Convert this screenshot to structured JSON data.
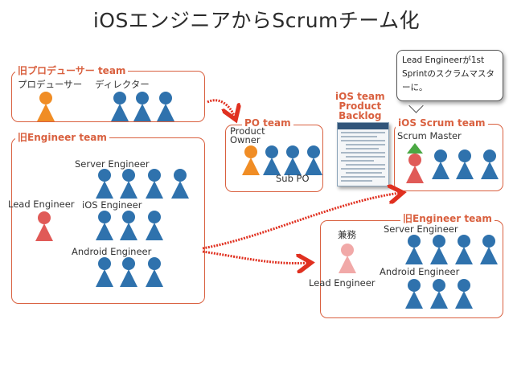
{
  "title": "iOSエンジニアからScrumチーム化",
  "groups": {
    "old_producer": {
      "label": "旧プロデューサー team",
      "producer": "プロデューサー",
      "director": "ディレクター"
    },
    "old_engineer": {
      "label": "旧Engineer team",
      "server": "Server Engineer",
      "lead": "Lead Engineer",
      "ios": "iOS Engineer",
      "android": "Android Engineer"
    },
    "po_team": {
      "label": "PO team",
      "product_owner": "Product\nOwner",
      "sub_po": "Sub PO"
    },
    "backlog": {
      "label": "iOS team\nProduct\nBacklog"
    },
    "scrum_team": {
      "label": "iOS Scrum team",
      "scrum_master": "Scrum Master"
    },
    "new_engineer": {
      "label": "旧Engineer team",
      "kenmu": "兼務",
      "server": "Server Engineer",
      "android": "Android Engineer",
      "lead": "Lead Engineer"
    }
  },
  "callout": {
    "text": "Lead Engineerが1st Sprintのスクラムマスターに。"
  },
  "colors": {
    "group_border": "#d9603f",
    "arrow": "#e03020",
    "person_blue": "#2f72ad",
    "person_orange": "#f08d25",
    "person_red": "#e05a57",
    "person_pink": "#f1a9a8",
    "hat_green": "#4aa843"
  }
}
